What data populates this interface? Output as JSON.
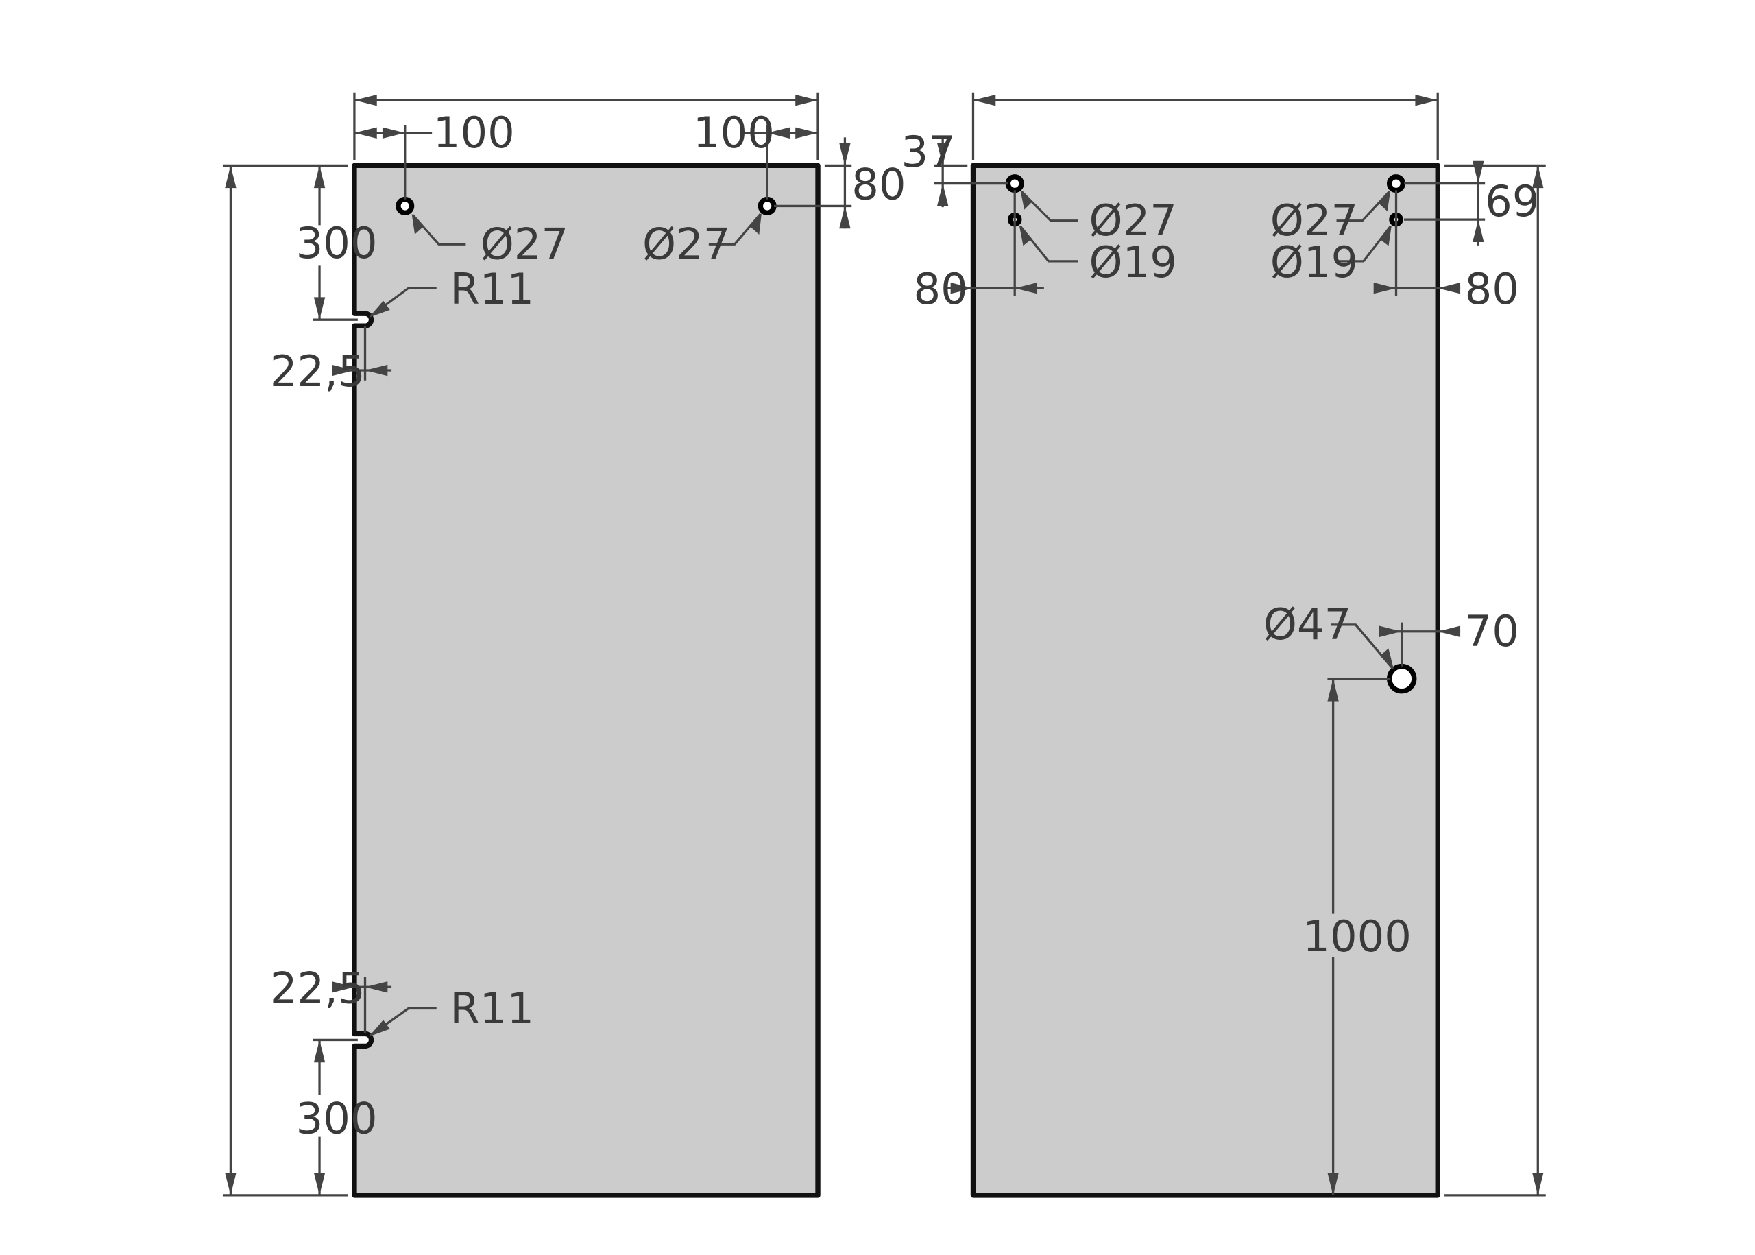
{
  "left_view": {
    "dim_hole_left": "100",
    "dim_hole_right": "100",
    "dim_hole_top": "80",
    "hole_left_label": "Ø27",
    "hole_right_label": "Ø27",
    "dim_notch_top": "300",
    "notch_top_radius": "R11",
    "dim_notch_top_depth": "22,5",
    "dim_notch_bottom_depth": "22,5",
    "notch_bottom_radius": "R11",
    "dim_notch_bottom": "300"
  },
  "right_view": {
    "dim_top_hole": "37",
    "dim_hole_spacing": "69",
    "hole_a_left_label": "Ø27",
    "hole_b_left_label": "Ø19",
    "hole_a_right_label": "Ø27",
    "hole_b_right_label": "Ø19",
    "dim_left_edge": "80",
    "dim_right_edge": "80",
    "big_hole_label": "Ø47",
    "dim_big_hole_edge": "70",
    "dim_big_hole_height": "1000"
  },
  "colors": {
    "plate_fill": "#cccccc",
    "outline": "#111111",
    "dimension_line": "#444444",
    "text": "#3a3a3a"
  }
}
